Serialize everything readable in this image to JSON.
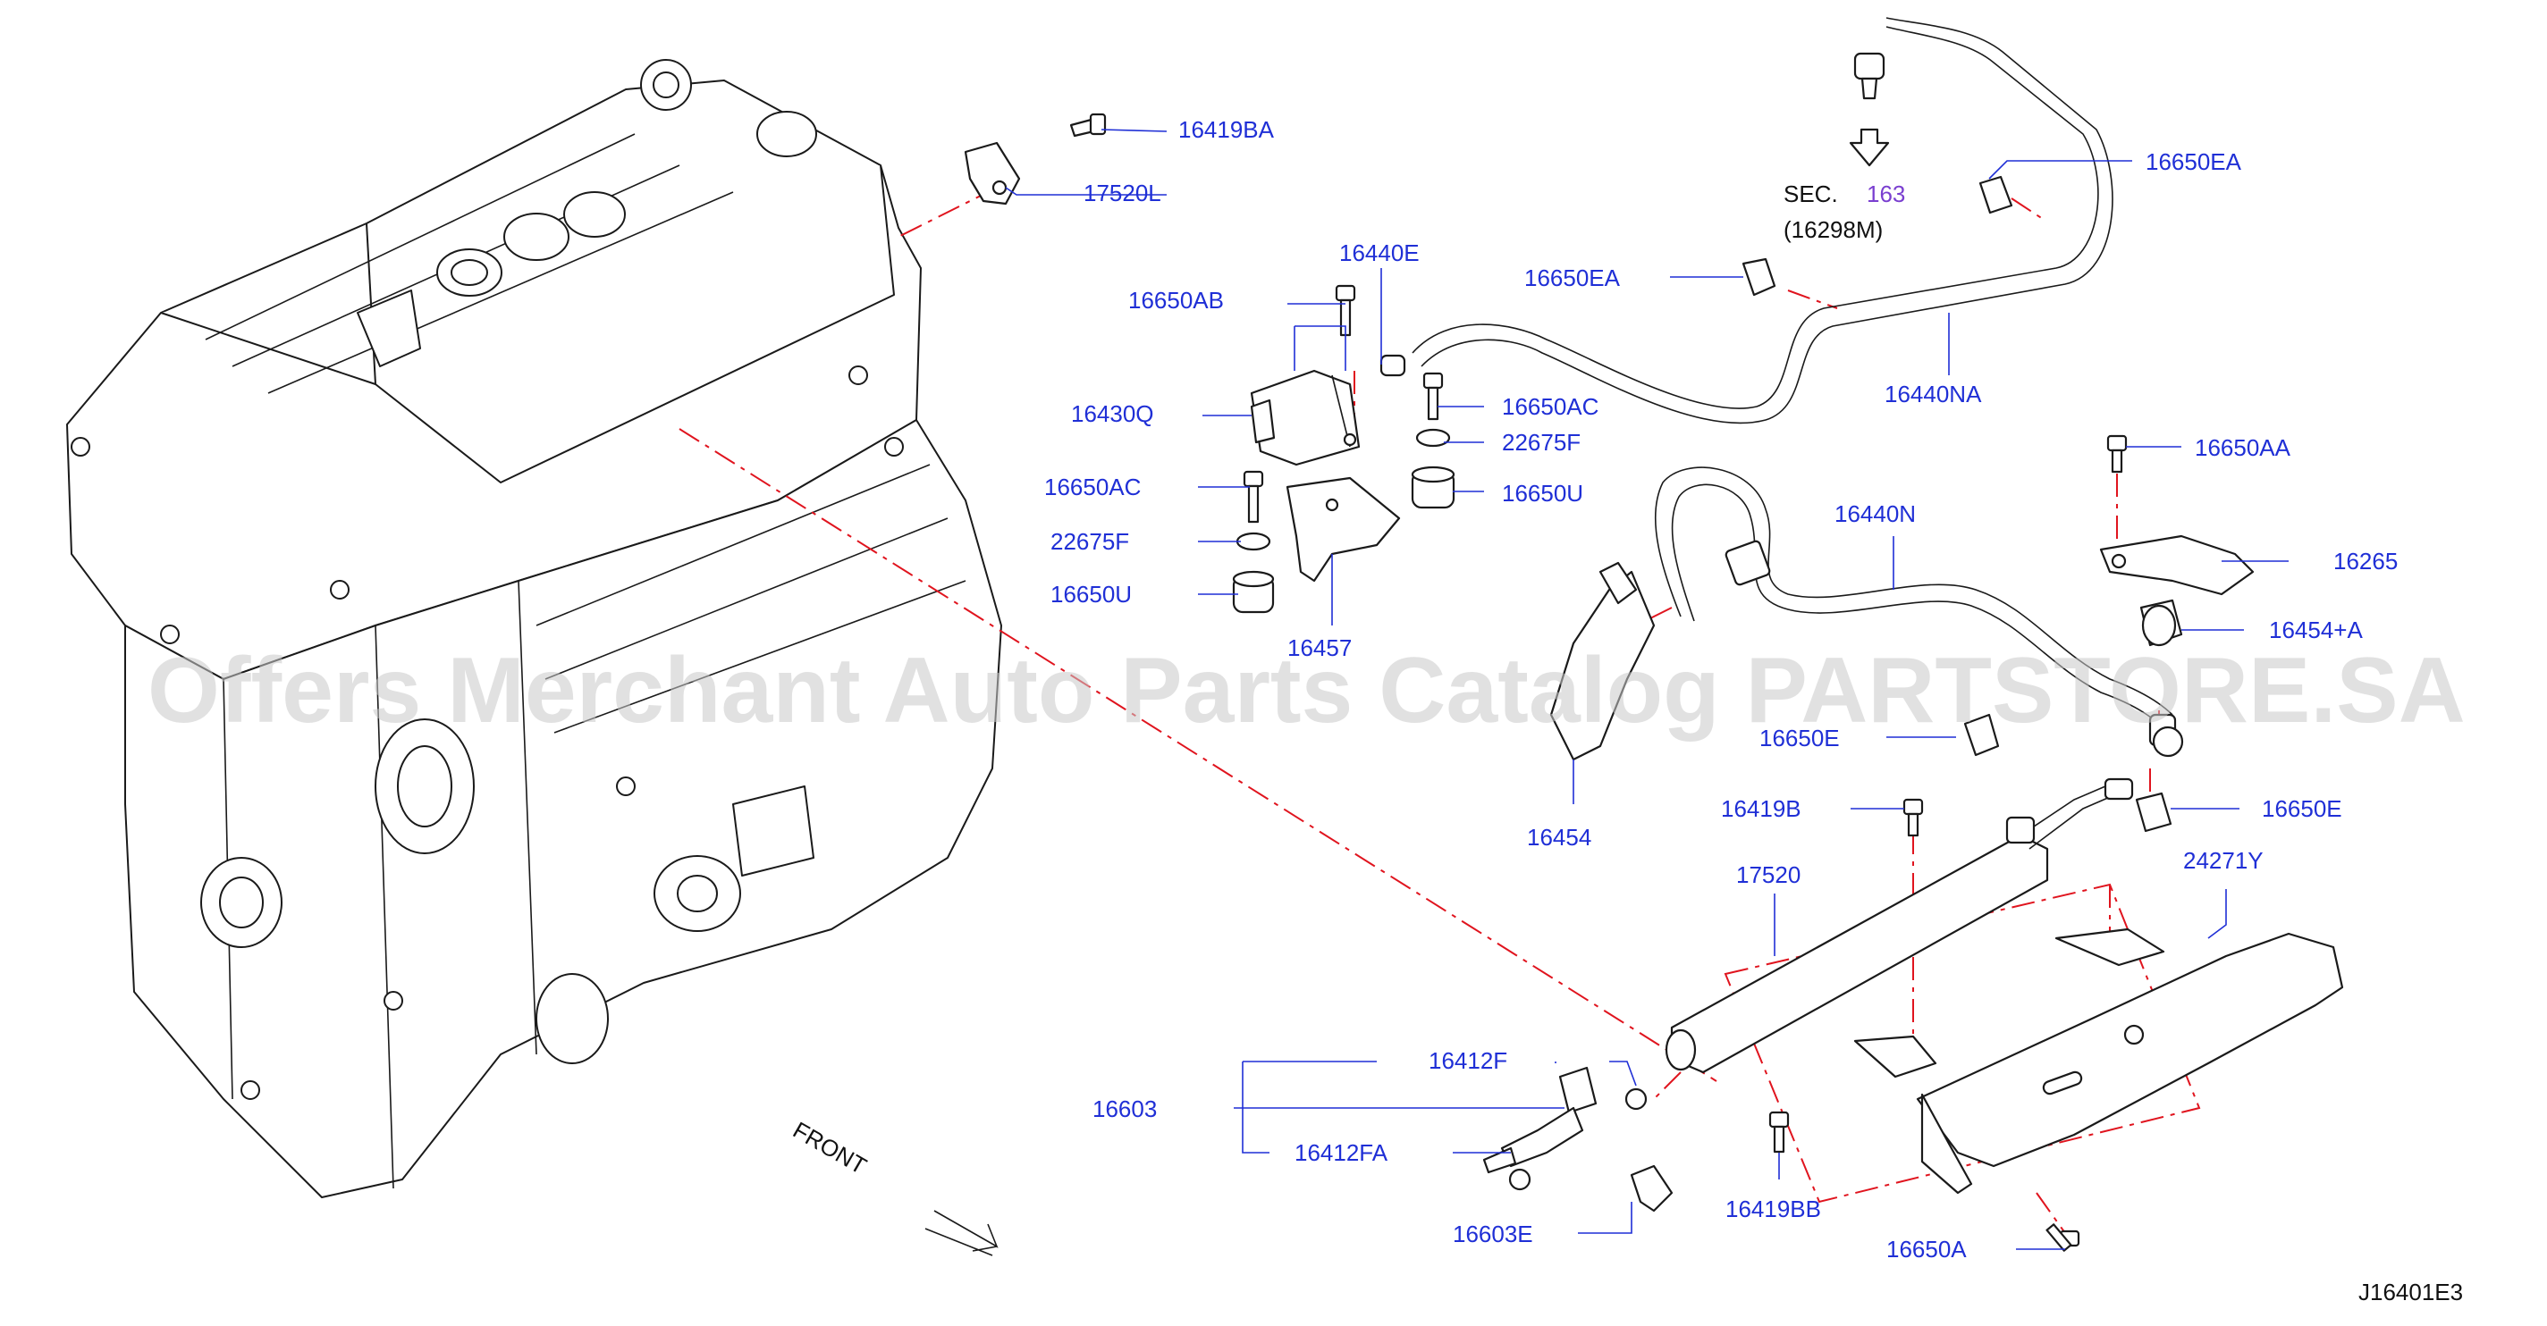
{
  "watermark": "Offers Merchant Auto Parts Catalog PARTSTORE.SA",
  "diagram_code": "J16401E3",
  "front_label": "FRONT",
  "section_ref": {
    "prefix": "SEC.",
    "number": "163",
    "part": "(16298M)"
  },
  "colors": {
    "label": "#1f2fd6",
    "dash": "#e0141e",
    "line": "#1a1a1a",
    "watermark": "#c9c9c9"
  },
  "labels": {
    "p16419BA": "16419BA",
    "p17520L": "17520L",
    "p16440E": "16440E",
    "p16650AB": "16650AB",
    "p16650EA_a": "16650EA",
    "p16650EA_b": "16650EA",
    "p16430Q": "16430Q",
    "p16650AC_a": "16650AC",
    "p22675F_a": "22675F",
    "p16650AC_b": "16650AC",
    "p22675F_b": "22675F",
    "p16650U_a": "16650U",
    "p16650U_b": "16650U",
    "p16457": "16457",
    "p16440NA": "16440NA",
    "p16440N": "16440N",
    "p16650AA": "16650AA",
    "p16265": "16265",
    "p16454A": "16454+A",
    "p16650E_a": "16650E",
    "p16650E_b": "16650E",
    "p16454": "16454",
    "p16419B": "16419B",
    "p17520": "17520",
    "p24271Y": "24271Y",
    "p16412F": "16412F",
    "p16603": "16603",
    "p16412FA": "16412FA",
    "p16603E": "16603E",
    "p16419BB": "16419BB",
    "p16650A": "16650A"
  }
}
